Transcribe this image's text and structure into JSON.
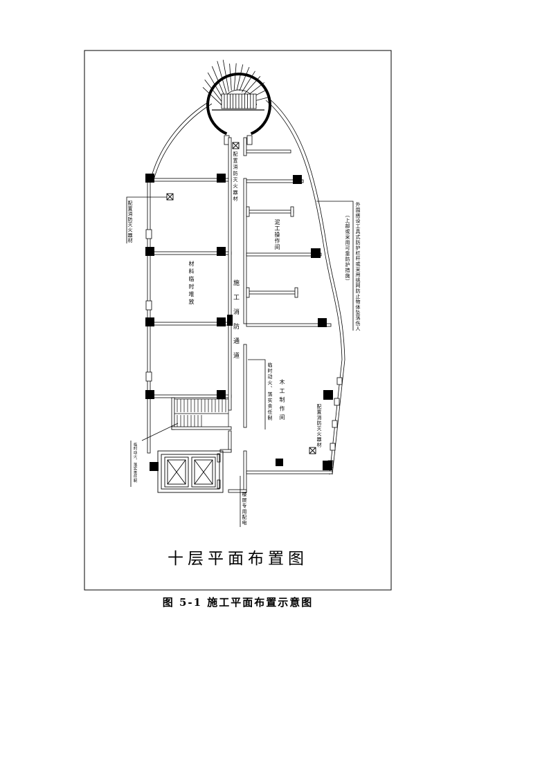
{
  "figure": {
    "title": "十层平面布置图",
    "caption": "图 5-1  施工平面布置示意图"
  },
  "labels": {
    "corridor": "施工消防通道",
    "fire_equipment": "配置消防灭火器材",
    "material_storage": "材料临时堆放",
    "mason_room": "泥工操作间",
    "carpentry_room": "木工制作间",
    "fire_watch": "临时动火、落实责任制",
    "floor_power": "楼层专用配电",
    "facade_note_main": "外围搭设工具式防护栏杆或采用挑网防止物体坠落伤人",
    "facade_note_sub": "（上部或采用可靠防护措施）"
  },
  "icons": {
    "fire_extinguisher": "boxed-x-symbol",
    "column": "filled-square",
    "elevator": "x-crossed-box",
    "spiral_stair": "radial-fan"
  },
  "colors": {
    "line": "#000000",
    "background": "#ffffff"
  }
}
